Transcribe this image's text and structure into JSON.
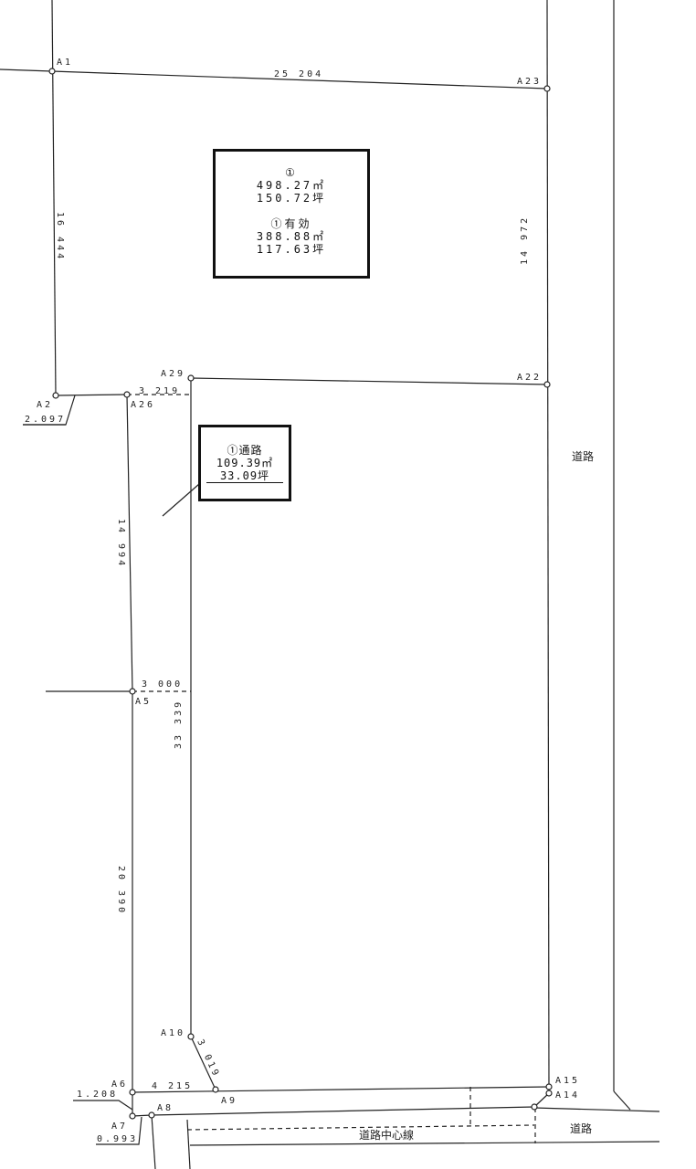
{
  "points": {
    "A1": "A1",
    "A2": "A2",
    "A5": "A5",
    "A6": "A6",
    "A7": "A7",
    "A8": "A8",
    "A9": "A9",
    "A10": "A10",
    "A14": "A14",
    "A15": "A15",
    "A22": "A22",
    "A23": "A23",
    "A26": "A26",
    "A29": "A29"
  },
  "dims": {
    "a1_a23": "25 204",
    "a1_a2": "16 444",
    "a23_a22": "14 972",
    "a26_a5": "14 994",
    "a5_dash": "3 000",
    "a29_a10": "33 339",
    "a5_a6": "20 390",
    "a10_a9": "3 019",
    "a6_a9": "4 215",
    "a6_a7": "1.208",
    "a7_a8": "0.993",
    "a26_a29": "3 219",
    "a2_a26": "2.097"
  },
  "road": {
    "right": "道路",
    "bottom": "道路",
    "centerline": "道路中心線"
  },
  "lot": {
    "title": "①",
    "area_m2": "498.27㎡",
    "area_tsubo": "150.72坪",
    "eff_title": "①有効",
    "eff_m2": "388.88㎡",
    "eff_tsubo": "117.63坪"
  },
  "passage": {
    "title": "①通路",
    "area_m2": "109.39㎡",
    "area_tsubo": "33.09坪"
  }
}
